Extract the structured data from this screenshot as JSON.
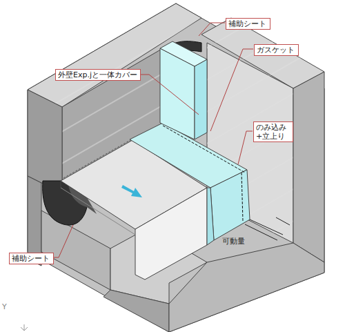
{
  "diagram": {
    "nodes": [
      {
        "text": [
          "補助シート"
        ]
      },
      {
        "text": [
          "ガスケット"
        ]
      },
      {
        "text": [
          "外壁Exp.jと一体カバー"
        ]
      },
      {
        "text": [
          "のみ込み +立上り"
        ]
      },
      {
        "text": [
          "補助シート"
        ]
      }
    ],
    "labels": [
      "可動量",
      "Y"
    ]
  }
}
